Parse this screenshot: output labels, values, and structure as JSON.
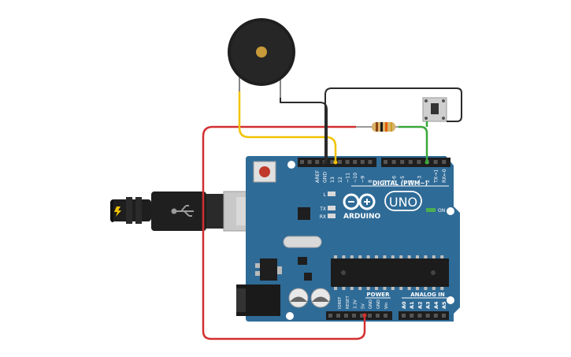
{
  "board": {
    "brand": "ARDUINO",
    "model": "UNO",
    "on_label": "ON",
    "digital_label": "DIGITAL (PWM~)",
    "power_label": "POWER",
    "analog_label": "ANALOG IN",
    "led_l": "L",
    "led_tx": "TX",
    "led_rx": "RX",
    "digital_pins_left": [
      "AREF",
      "GND",
      "13",
      "12",
      "~11",
      "~10",
      "~9",
      "8"
    ],
    "digital_pins_right": [
      "7",
      "~6",
      "~5",
      "4",
      "~3",
      "2",
      "TX→1",
      "RX←0"
    ],
    "power_pins": [
      "IOREF",
      "RESET",
      "3.3V",
      "5V",
      "GND",
      "GND",
      "Vin"
    ],
    "analog_pins": [
      "A0",
      "A1",
      "A2",
      "A3",
      "A4",
      "A5"
    ]
  },
  "components": {
    "buzzer": "piezo-buzzer",
    "resistor": "resistor",
    "button": "pushbutton",
    "usb": "usb-b-cable"
  },
  "colors": {
    "board": "#2f6b97",
    "board_dark": "#24567b",
    "wire_red": "#d32f2f",
    "wire_yellow": "#f2c200",
    "wire_green": "#3aa83a",
    "wire_black": "#2a2a2a"
  }
}
